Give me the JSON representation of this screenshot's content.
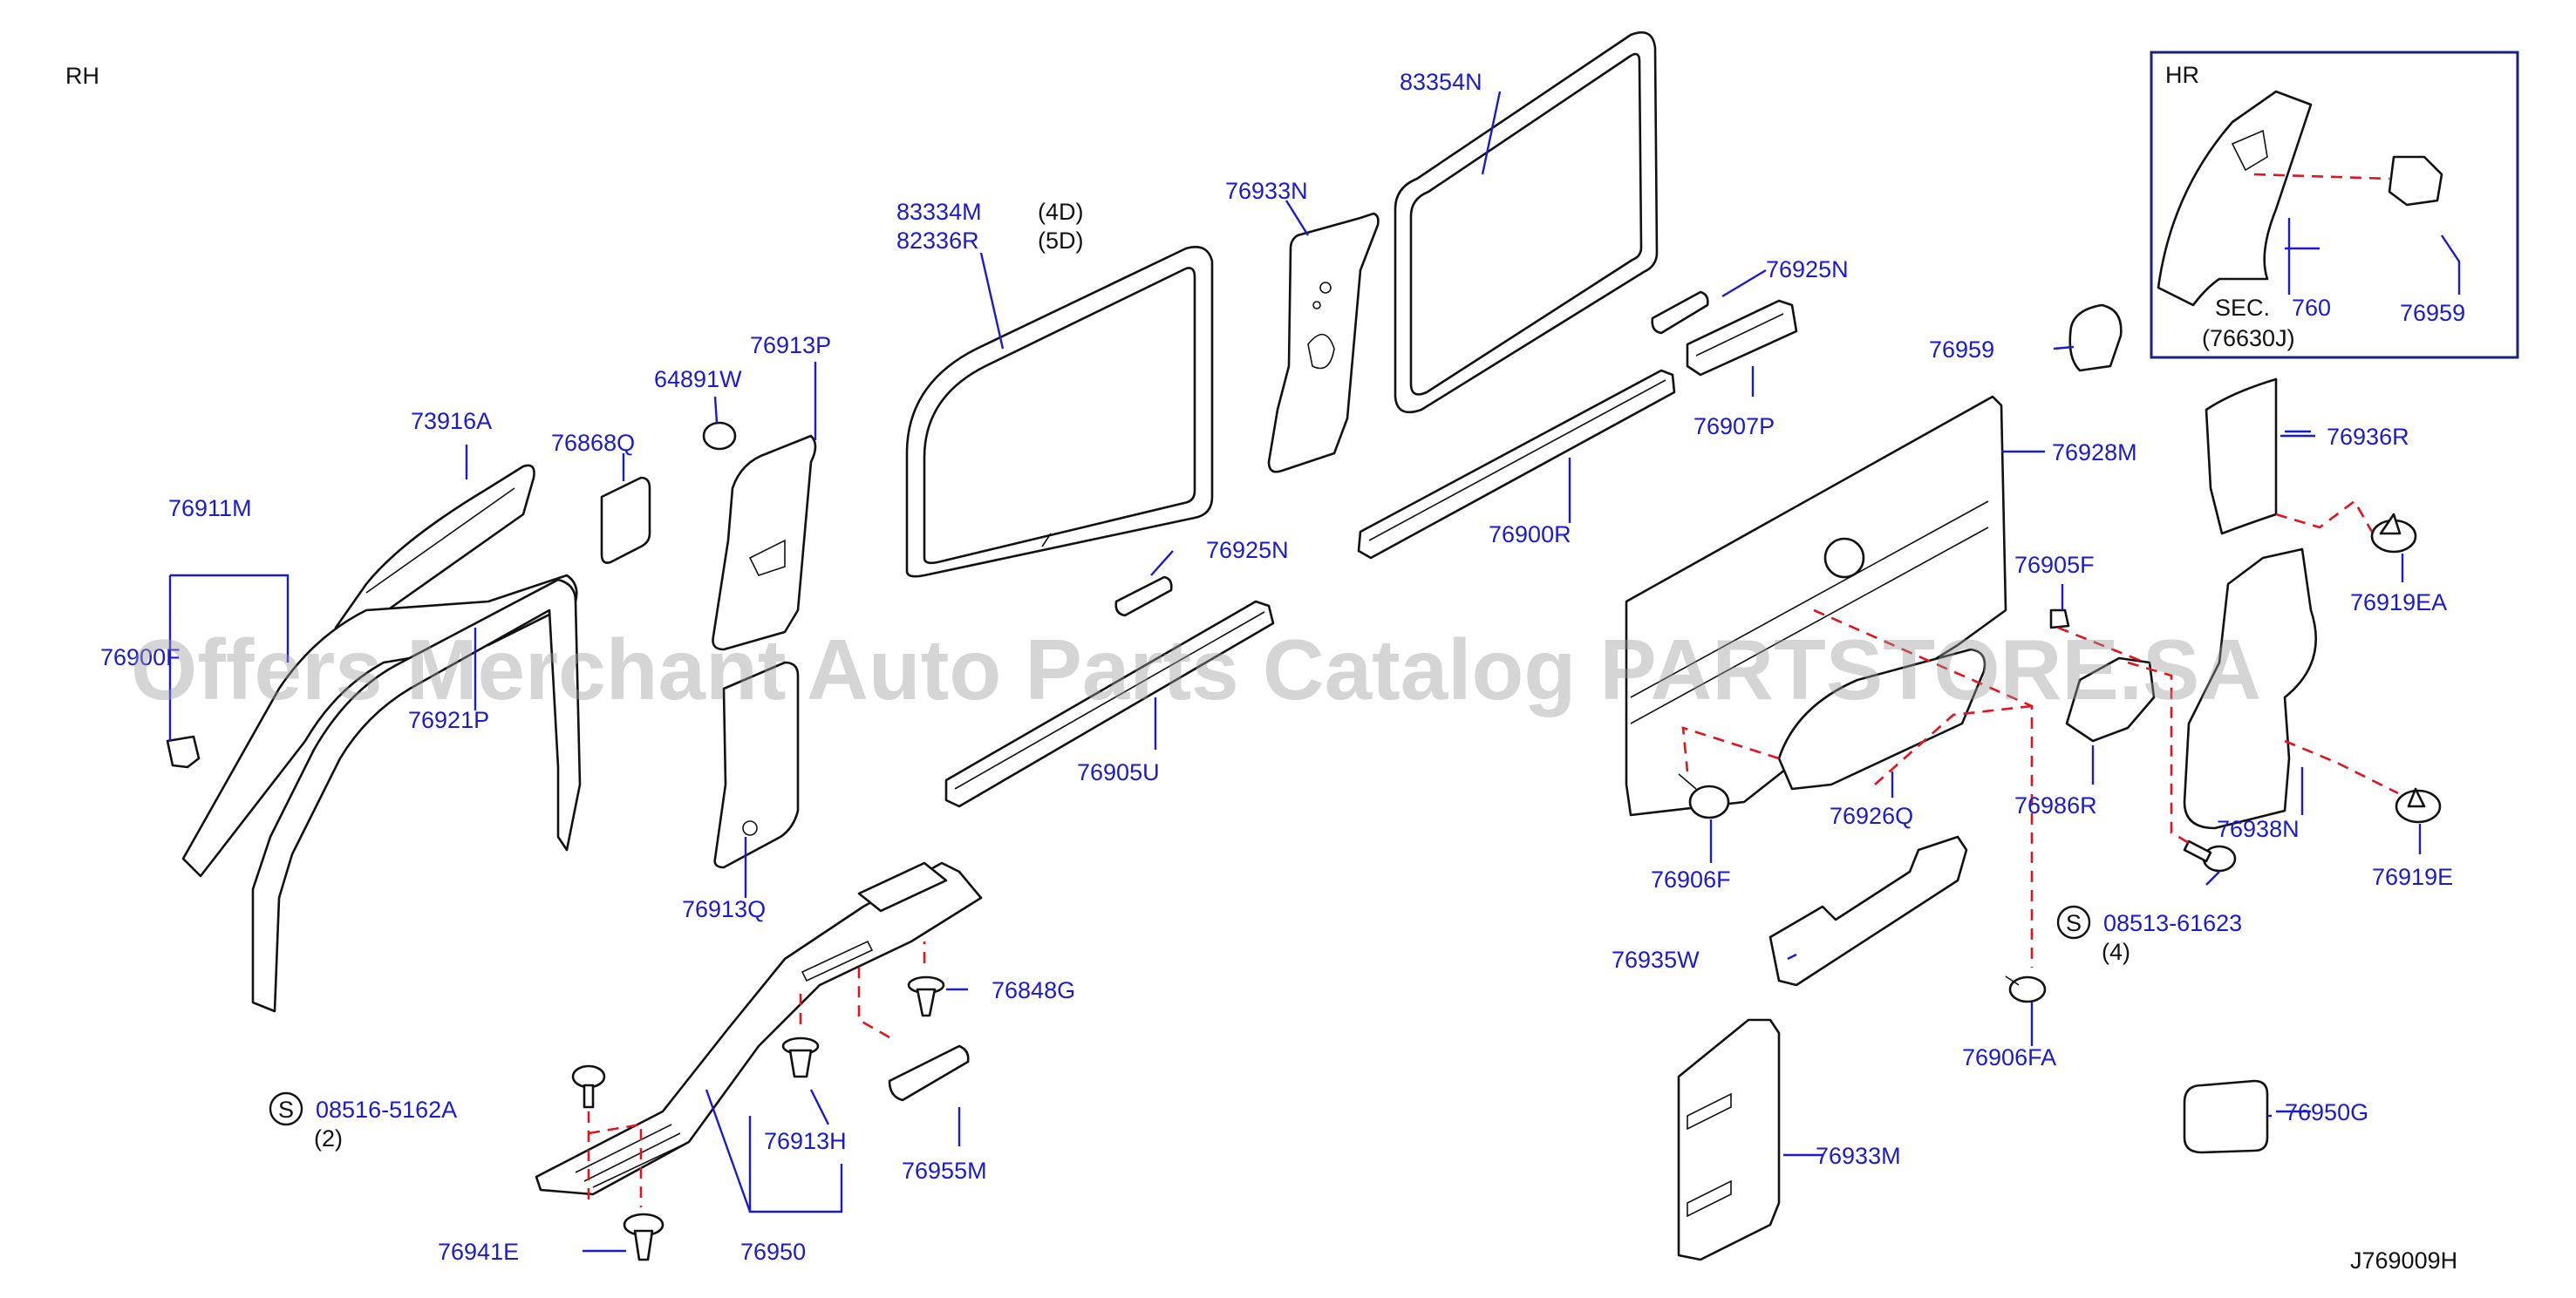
{
  "diagram_id": "J769009H",
  "view_label": "RH",
  "inset": {
    "title": "HR",
    "sec_label": "SEC.",
    "sec_number": "760",
    "sec_ref": "(76630J)",
    "part": "76959"
  },
  "watermark": "Offers Merchant Auto Parts Catalog PARTSTORE.SA",
  "parts": {
    "p83334M": "83334M",
    "p82336R": "82336R",
    "v4d": "(4D)",
    "v5d": "(5D)",
    "p83354N": "83354N",
    "p76933N": "76933N",
    "p76925N_a": "76925N",
    "p76925N_b": "76925N",
    "p76907P": "76907P",
    "p76900R": "76900R",
    "p76905U": "76905U",
    "p64891W": "64891W",
    "p76913P": "76913P",
    "p76868Q": "76868Q",
    "p73916A": "73916A",
    "p76911M": "76911M",
    "p76900F": "76900F",
    "p76921P": "76921P",
    "p76913Q": "76913Q",
    "p76848G": "76848G",
    "p76913H": "76913H",
    "p76955M": "76955M",
    "p76950": "76950",
    "p76941E": "76941E",
    "p08516": "08516-5162A",
    "q08516": "(2)",
    "p76959": "76959",
    "p76928M": "76928M",
    "p76936R": "76936R",
    "p76919EA": "76919EA",
    "p76905F": "76905F",
    "p76986R": "76986R",
    "p76938N": "76938N",
    "p76919E": "76919E",
    "p76926Q": "76926Q",
    "p76906F": "76906F",
    "p08513": "08513-61623",
    "q08513": "(4)",
    "p76935W": "76935W",
    "p76906FA": "76906FA",
    "p76933M": "76933M",
    "p76950G": "76950G",
    "s_symbol": "S"
  }
}
